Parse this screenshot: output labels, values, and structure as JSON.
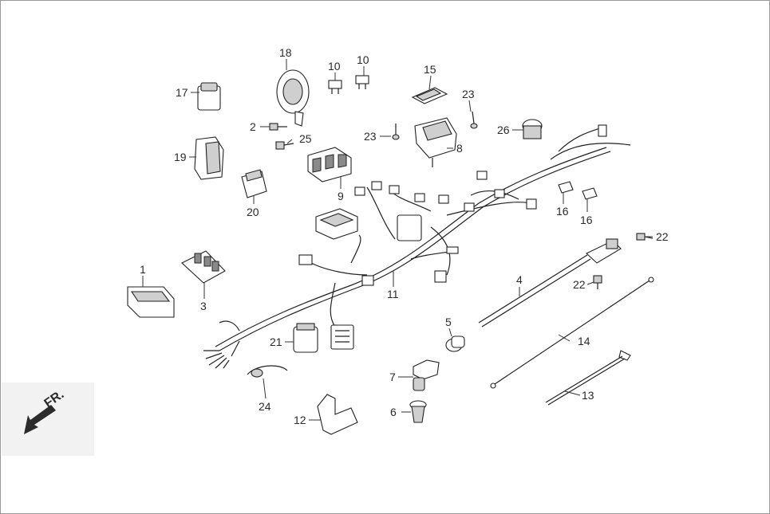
{
  "diagram": {
    "callouts": {
      "c1": "1",
      "c2": "2",
      "c3": "3",
      "c4": "4",
      "c5": "5",
      "c6": "6",
      "c7": "7",
      "c8": "8",
      "c9": "9",
      "c10a": "10",
      "c10b": "10",
      "c11": "11",
      "c12": "12",
      "c13": "13",
      "c14": "14",
      "c15": "15",
      "c16a": "16",
      "c16b": "16",
      "c17": "17",
      "c18": "18",
      "c19": "19",
      "c20": "20",
      "c21": "21",
      "c22a": "22",
      "c22b": "22",
      "c23a": "23",
      "c23b": "23",
      "c24": "24",
      "c25": "25",
      "c26": "26"
    },
    "direction_marker": "FR."
  }
}
